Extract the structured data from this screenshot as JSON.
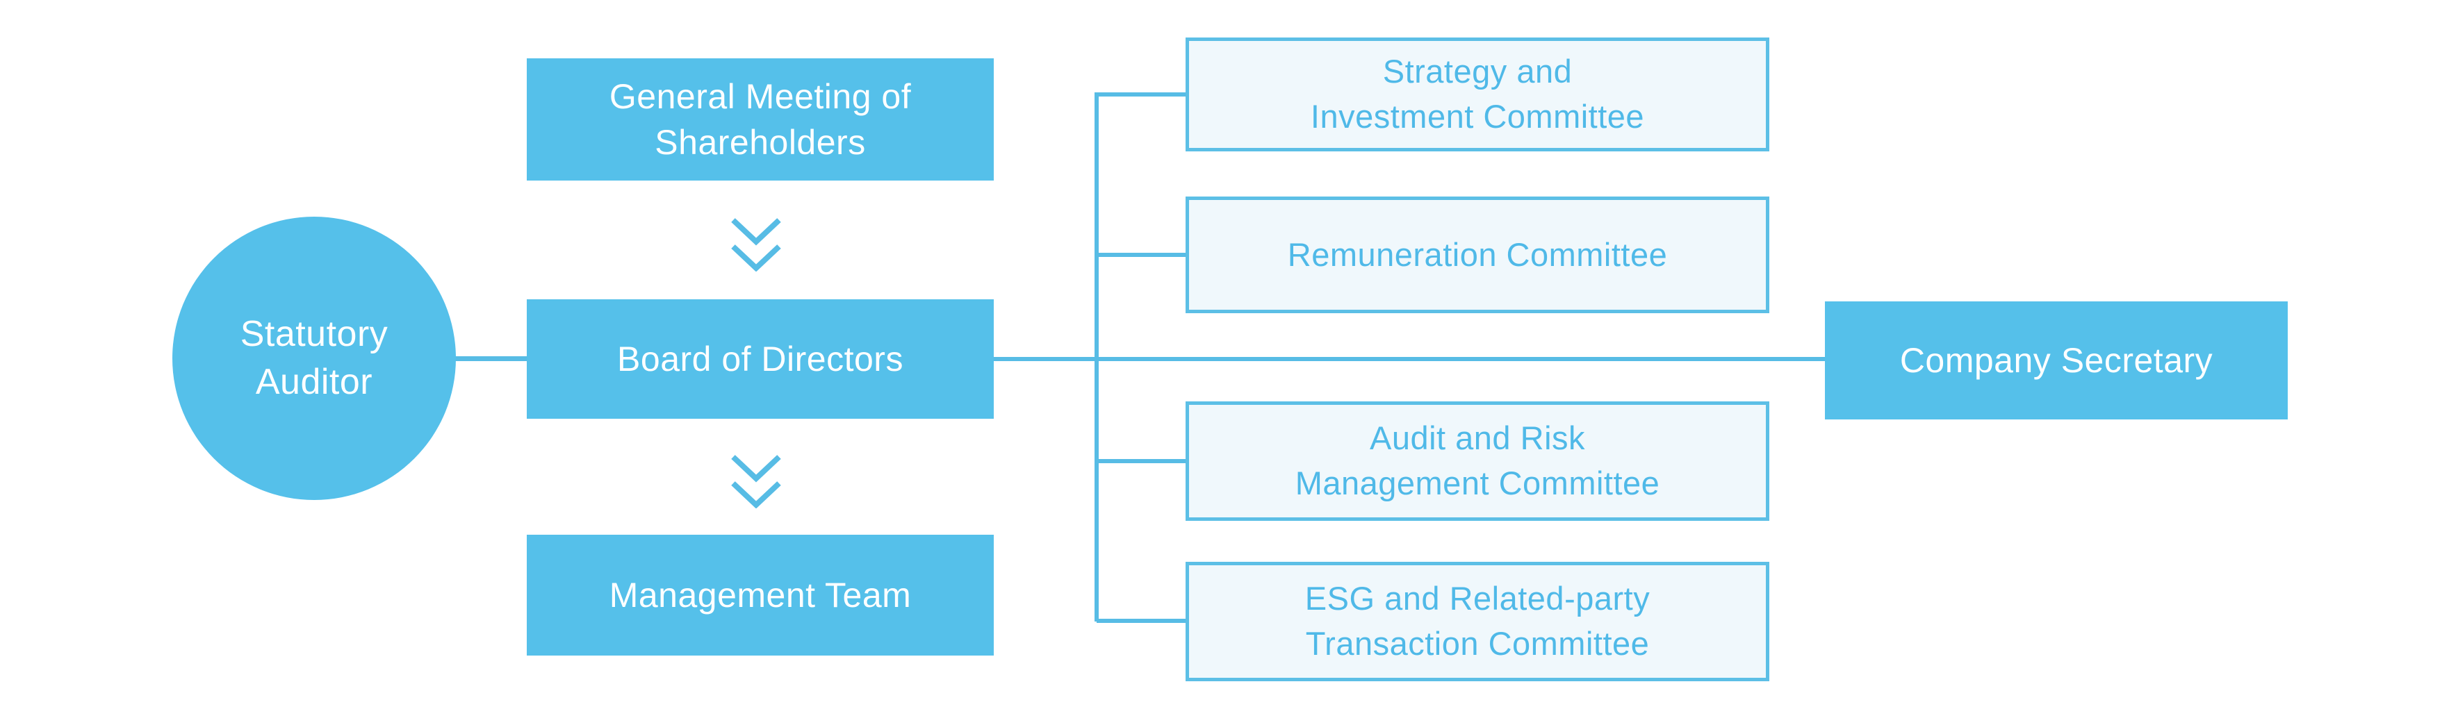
{
  "nodes": {
    "statutory_auditor": {
      "label": "Statutory\nAuditor"
    },
    "general_meeting": {
      "label": "General Meeting of\nShareholders"
    },
    "board_of_directors": {
      "label": "Board of Directors"
    },
    "management_team": {
      "label": "Management Team"
    },
    "company_secretary": {
      "label": "Company Secretary"
    },
    "committees": [
      {
        "label": "Strategy and\nInvestment Committee"
      },
      {
        "label": "Remuneration Committee"
      },
      {
        "label": "Audit and Risk\nManagement Committee"
      },
      {
        "label": "ESG and Related-party\nTransaction Committee"
      }
    ]
  },
  "icons": {
    "flow_arrow": "double-chevron-down"
  },
  "colors": {
    "node_fill": "#55C0EA",
    "node_text": "#FFFFFF",
    "committee_fill": "#F0F8FC",
    "committee_border": "#5CBFE6",
    "committee_text": "#4FB9E8",
    "connector": "#57BCE5",
    "background": "#FFFFFF"
  }
}
